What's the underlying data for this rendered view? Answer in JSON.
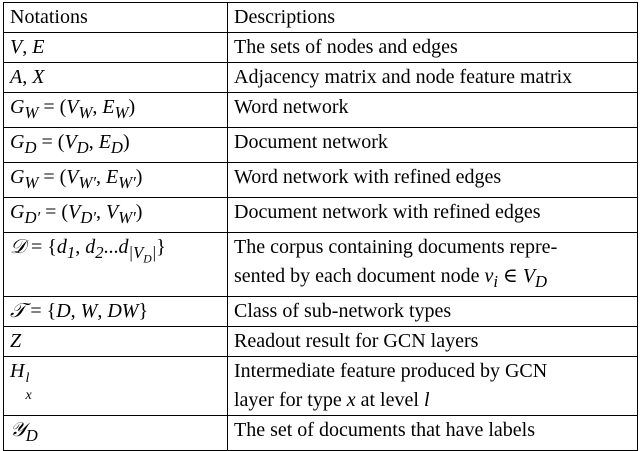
{
  "table": {
    "headers": [
      "Notations",
      "Descriptions"
    ],
    "rows": [
      {
        "notation": "V, E",
        "description": "The sets of nodes and edges"
      },
      {
        "notation": "A, X",
        "description": "Adjacency matrix and node feature matrix"
      },
      {
        "notation": "G_W = (V_W, E_W)",
        "description": "Word network"
      },
      {
        "notation": "G_D = (V_D, E_D)",
        "description": "Document network"
      },
      {
        "notation": "G_W = (V_W′, E_W′)",
        "description": "Word network with refined edges"
      },
      {
        "notation": "G_D′ = (V_D′, V_W′)",
        "description": "Document network with refined edges"
      },
      {
        "notation": "𝒟 = {d_1, d_2...d_|V_D|}",
        "description": "The corpus containing documents represented by each document node v_i ∈ V_D"
      },
      {
        "notation": "𝒯 = {D, W, DW}",
        "description": "Class of sub-network types"
      },
      {
        "notation": "Z",
        "description": "Readout result for GCN layers"
      },
      {
        "notation": "H_x^l",
        "description": "Intermediate feature produced by GCN layer for type x at level l"
      },
      {
        "notation": "𝒴_D",
        "description": "The set of documents that have labels"
      }
    ]
  }
}
